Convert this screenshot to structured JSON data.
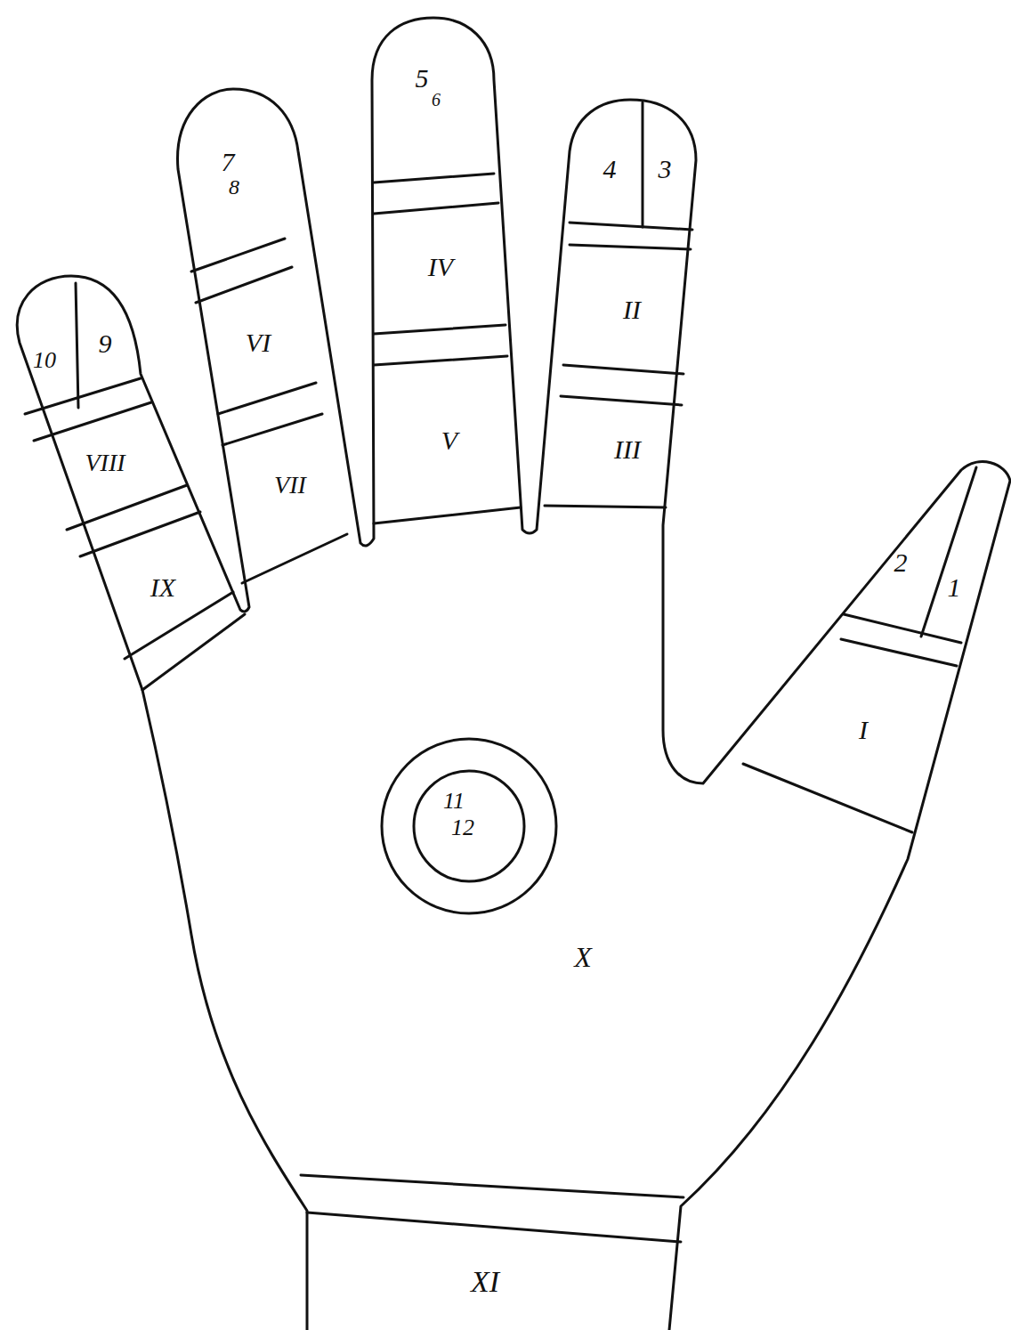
{
  "diagram": {
    "labels": [
      "1",
      "2",
      "3",
      "4",
      "5",
      "6",
      "7",
      "8",
      "9",
      "10",
      "11",
      "12",
      "I",
      "II",
      "III",
      "IV",
      "V",
      "VI",
      "VII",
      "VIII",
      "IX",
      "X",
      "XI"
    ]
  }
}
